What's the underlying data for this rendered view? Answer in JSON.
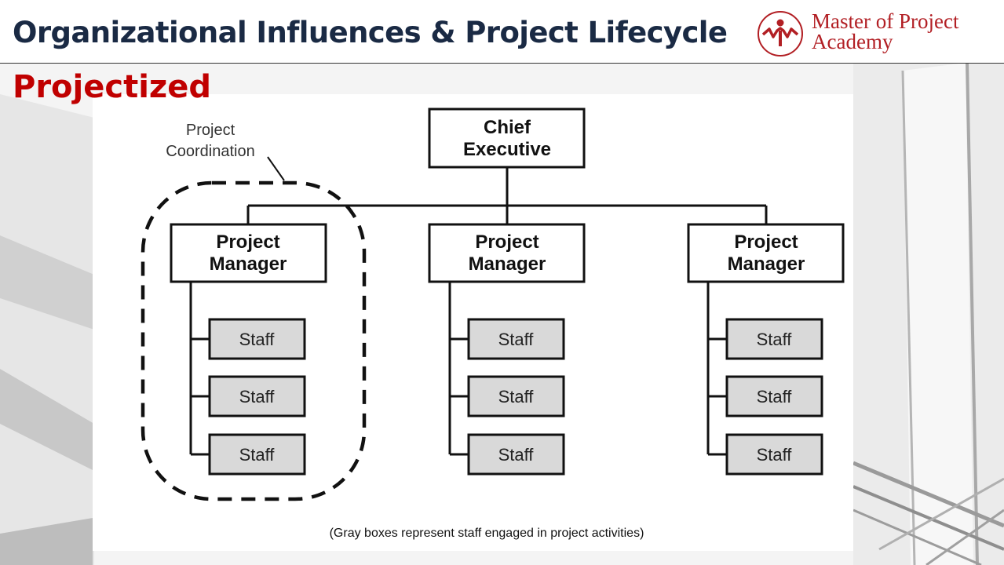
{
  "header": {
    "title": "Organizational Influences & Project Lifecycle",
    "brand_line1": "Master of Project",
    "brand_line2": "Academy"
  },
  "slide": {
    "subtitle": "Projectized"
  },
  "colors": {
    "title": "#1a2a44",
    "brand": "#b21f24",
    "subtitle": "#c00000",
    "staff_fill": "#d9d9d9"
  },
  "diagram": {
    "chief_line1": "Chief",
    "chief_line2": "Executive",
    "coordination_line1": "Project",
    "coordination_line2": "Coordination",
    "managers": [
      {
        "line1": "Project",
        "line2": "Manager",
        "staff": [
          "Staff",
          "Staff",
          "Staff"
        ]
      },
      {
        "line1": "Project",
        "line2": "Manager",
        "staff": [
          "Staff",
          "Staff",
          "Staff"
        ]
      },
      {
        "line1": "Project",
        "line2": "Manager",
        "staff": [
          "Staff",
          "Staff",
          "Staff"
        ]
      }
    ],
    "caption": "(Gray boxes represent staff engaged in project activities)"
  }
}
